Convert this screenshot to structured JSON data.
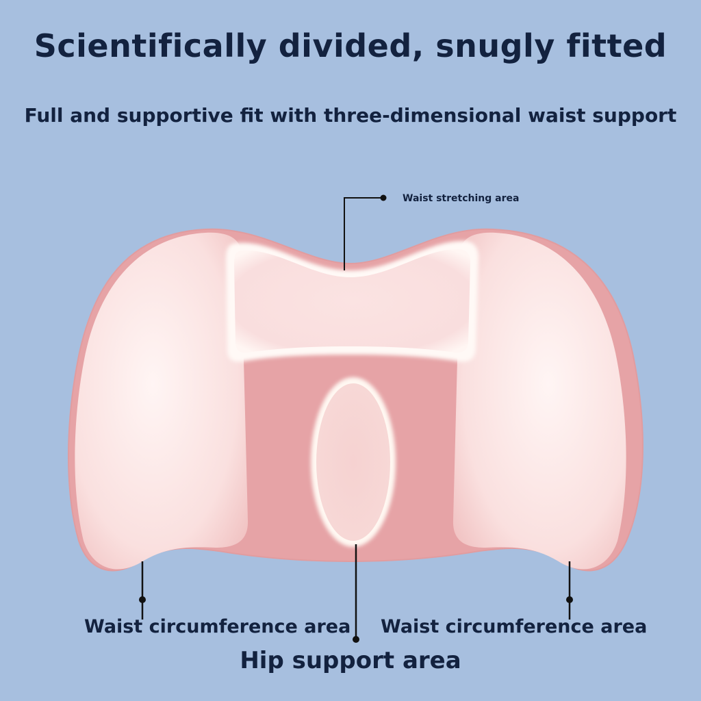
{
  "title": "Scientifically divided, snugly fitted",
  "subtitle": "Full and supportive fit with three-dimensional waist support",
  "callouts": {
    "top": "Waist stretching area",
    "left": "Waist circumference area",
    "right": "Waist circumference area",
    "bottom": "Hip support area"
  },
  "colors": {
    "background": "#a7bfdf",
    "text": "#13223f",
    "cushion_body": "#e6a3a6",
    "cushion_wing": "#f8dcdc"
  }
}
